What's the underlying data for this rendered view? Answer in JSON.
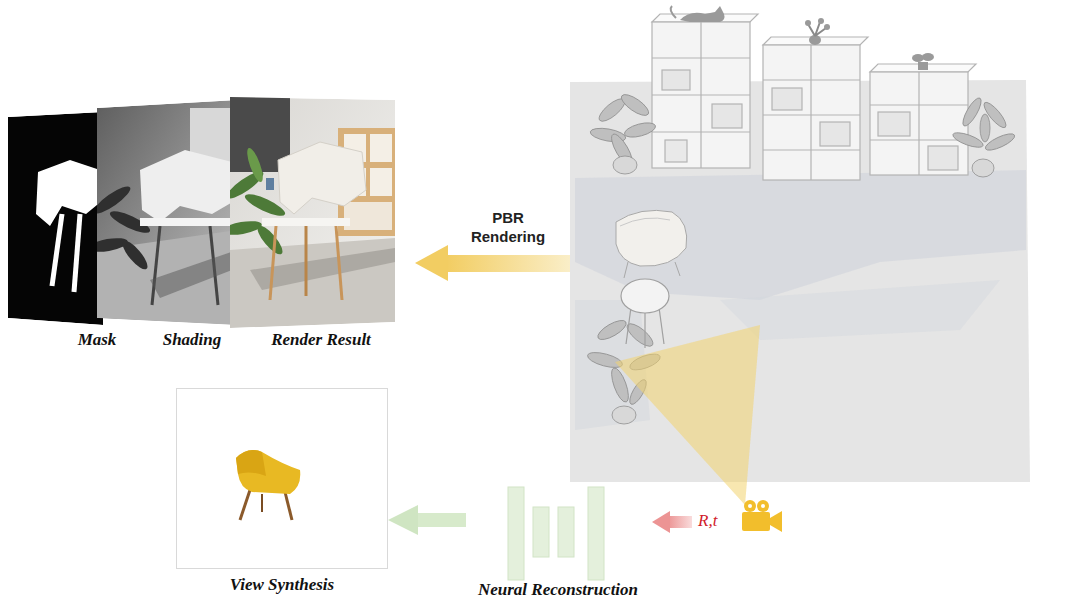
{
  "diagram": {
    "nodes": [
      {
        "text": [
          "Mask"
        ]
      },
      {
        "text": [
          "Shading"
        ]
      },
      {
        "text": [
          "Render Result"
        ]
      },
      {
        "text": [
          "Neural Reconstruction"
        ]
      },
      {
        "text": [
          "View Synthesis"
        ]
      }
    ],
    "edges": [
      {
        "from": 3,
        "to": 4,
        "arrow": "to"
      }
    ],
    "labels": [
      "PBR Rendering",
      "R,t"
    ]
  }
}
